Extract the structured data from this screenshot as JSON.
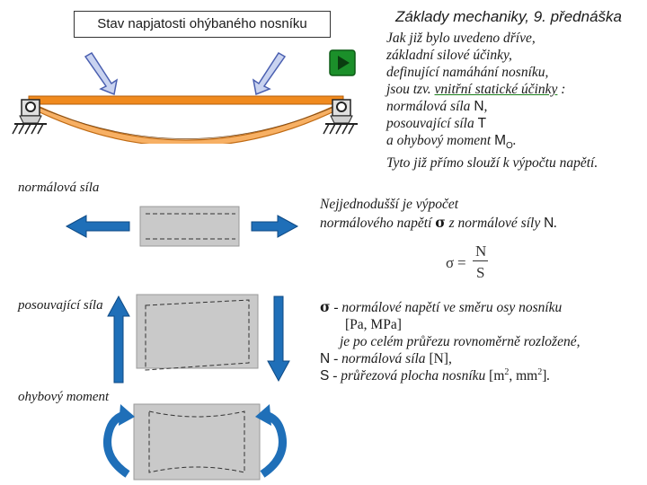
{
  "header": {
    "box_title": "Stav napjatosti ohýbaného nosníku",
    "lecture_title": "Základy mechaniky, 9. přednáška"
  },
  "intro": {
    "line1": "Jak již bylo uvedeno dříve,",
    "line2": "základní silové účinky,",
    "line3": "definující namáhání nosníku,",
    "line4_a": "jsou tzv. ",
    "line4_b": "vnitřní statické účinky",
    "line4_c": " :",
    "line5_a": "normálová síla ",
    "line5_sym": "N",
    "line5_c": ",",
    "line6_a": "posouvající síla ",
    "line6_sym": "T",
    "line7_a": "a ohybový moment ",
    "line7_sym": "M",
    "line7_sub": "O",
    "line7_c": ".",
    "line8": "Tyto již přímo slouží k výpočtu napětí."
  },
  "labels": {
    "normal": "normálová síla",
    "shear": "posouvající síla",
    "moment": "ohybový moment"
  },
  "simple": {
    "line1": "Nejjednodušší je výpočet",
    "line2_a": "normálového napětí ",
    "line2_sigma": "σ",
    "line2_b": " z normálové síly ",
    "line2_sym": "N",
    "line2_c": "."
  },
  "formula": {
    "sigma": "σ",
    "equals": "=",
    "numerator": "N",
    "denominator": "S"
  },
  "legend": {
    "sigma_sym": "σ",
    "sigma_dash": " - ",
    "sigma_text": "normálové napětí ve směru osy nosníku",
    "units_sigma": "[Pa, MPa]",
    "note": "je po celém průřezu rovnoměrně rozložené,",
    "n_sym": "N",
    "n_dash": " - ",
    "n_text": "normálová síla ",
    "n_unit": "[N]",
    "n_end": ",",
    "s_sym": "S",
    "s_dash": " - ",
    "s_text": "průřezová plocha nosníku ",
    "s_unit_a": "[m",
    "s_unit_sup1": "2",
    "s_unit_b": ", mm",
    "s_unit_sup2": "2",
    "s_unit_c": "]",
    "s_end": "."
  },
  "colors": {
    "beam": "#f08a1e",
    "arrow_blue": "#1f6fb8",
    "force_arrow_fill": "#c9d3f0",
    "play_green": "#1b8f2a",
    "panel_gray": "#c9c9c9"
  }
}
